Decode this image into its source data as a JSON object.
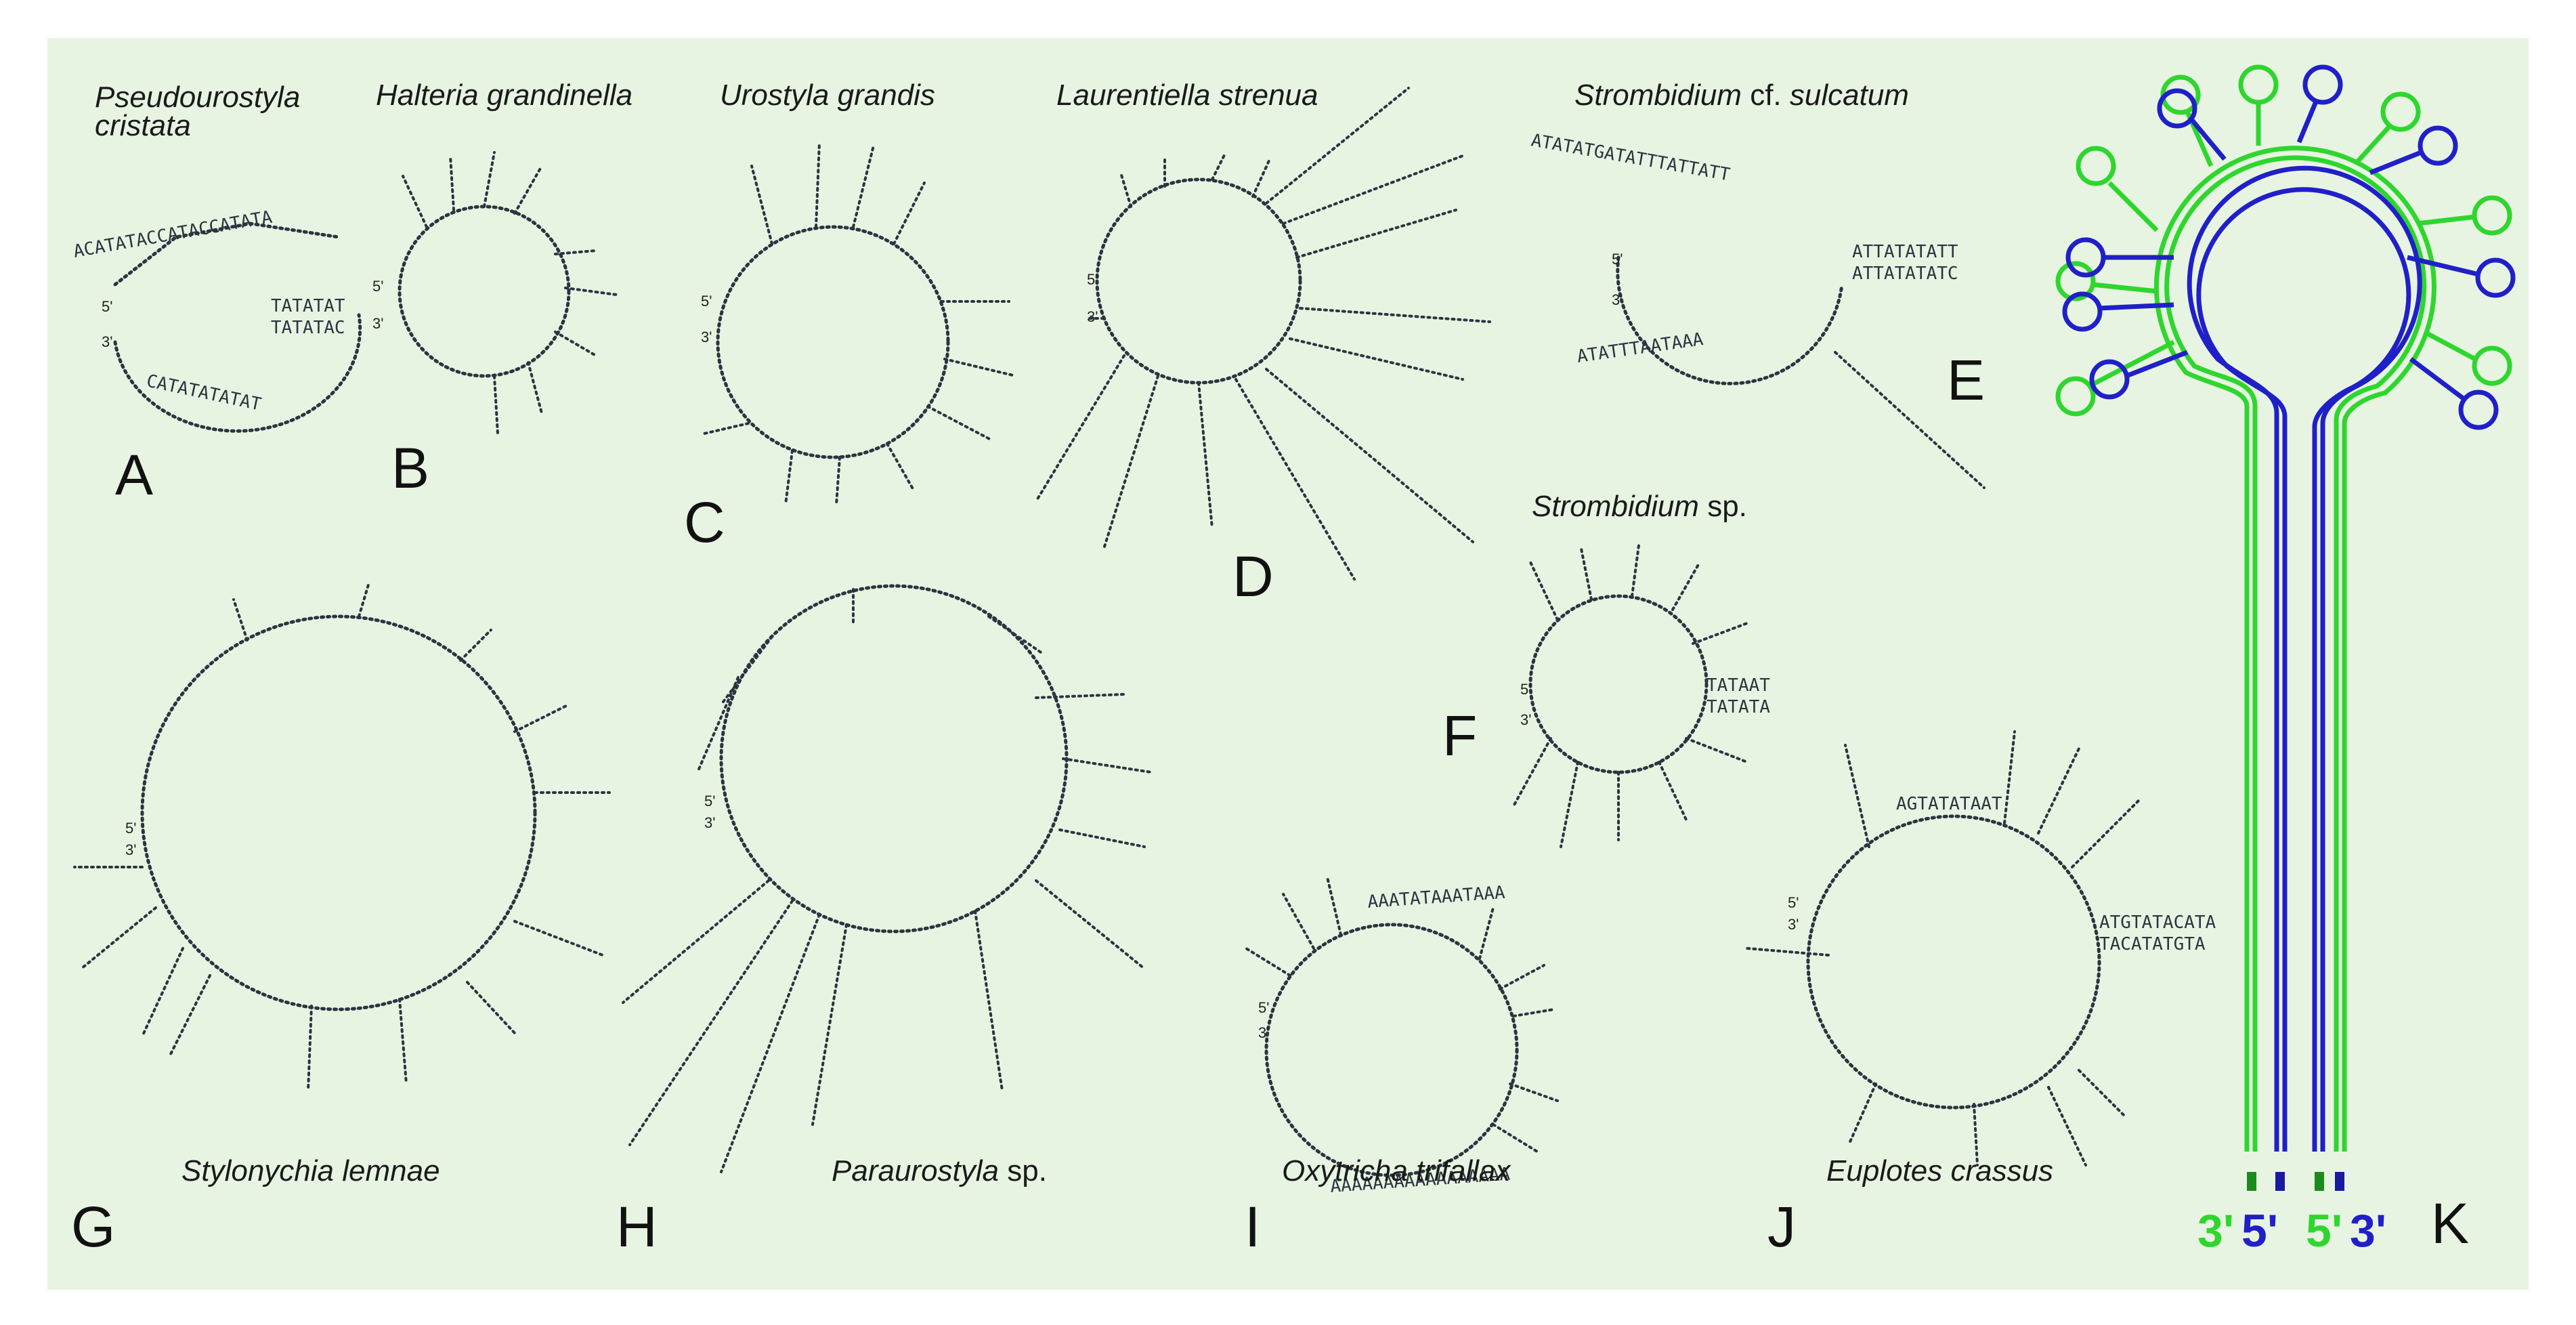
{
  "colors": {
    "background": "#e8f4e2",
    "structure": "#2b3440",
    "green_strand": "#2ed62e",
    "blue_strand": "#2020c8"
  },
  "panels": [
    {
      "letter": "A",
      "species": "Pseudourostyla cristata",
      "species_line2": "",
      "italic_part": "Pseudourostyla cristata",
      "plain_part": ""
    },
    {
      "letter": "B",
      "species": "Halteria grandinella",
      "italic_part": "Halteria grandinella",
      "plain_part": ""
    },
    {
      "letter": "C",
      "species": "Urostyla grandis",
      "italic_part": "Urostyla grandis",
      "plain_part": ""
    },
    {
      "letter": "D",
      "species": "Laurentiella strenua",
      "italic_part": "Laurentiella strenua",
      "plain_part": ""
    },
    {
      "letter": "E",
      "species": "Strombidium cf. sulcatum",
      "italic_part": "Strombidium",
      "plain_part": " cf. ",
      "italic_part2": "sulcatum"
    },
    {
      "letter": "F",
      "species": "Strombidium sp.",
      "italic_part": "Strombidium",
      "plain_part": " sp."
    },
    {
      "letter": "G",
      "species": "Stylonychia lemnae",
      "italic_part": "Stylonychia lemnae",
      "plain_part": ""
    },
    {
      "letter": "H",
      "species": "Paraurostyla sp.",
      "italic_part": "Paraurostyla",
      "plain_part": " sp."
    },
    {
      "letter": "I",
      "species": "Oxytricha trifallax",
      "italic_part": "Oxytricha trifallax",
      "plain_part": ""
    },
    {
      "letter": "J",
      "species": "Euplotes crassus",
      "italic_part": "Euplotes crassus",
      "plain_part": ""
    },
    {
      "letter": "K",
      "species": "",
      "italic_part": "",
      "plain_part": ""
    }
  ],
  "labels": {
    "a_line1": "Pseudourostyla",
    "a_line2": "cristata",
    "five_prime": "5'",
    "three_prime": "3'"
  },
  "sequences": {
    "a_top": "ACATATACCATACCATATA",
    "a_bottom": "CATATATATAT",
    "a_right": "TATATAT",
    "a_right2": "TATATAC",
    "e_top": "ATATATGATATTTATTATT",
    "e_bottom": "ATATTTAATAAA",
    "e_right": "ATTATATATT",
    "e_right2": "ATTATATATC",
    "f_right": "TATAAT",
    "f_right2": "TATATA",
    "i_top": "AAATATAAATAAA",
    "i_bottom": "AAAAAAAAAAAAAAAAA",
    "j_top": "AGTATATAAT",
    "j_right": "ATGTATACATA",
    "j_right2": "TACATATGTA"
  },
  "k_labels": {
    "left_pair": [
      "3'",
      "5'"
    ],
    "right_pair": [
      "5'",
      "3'"
    ]
  }
}
